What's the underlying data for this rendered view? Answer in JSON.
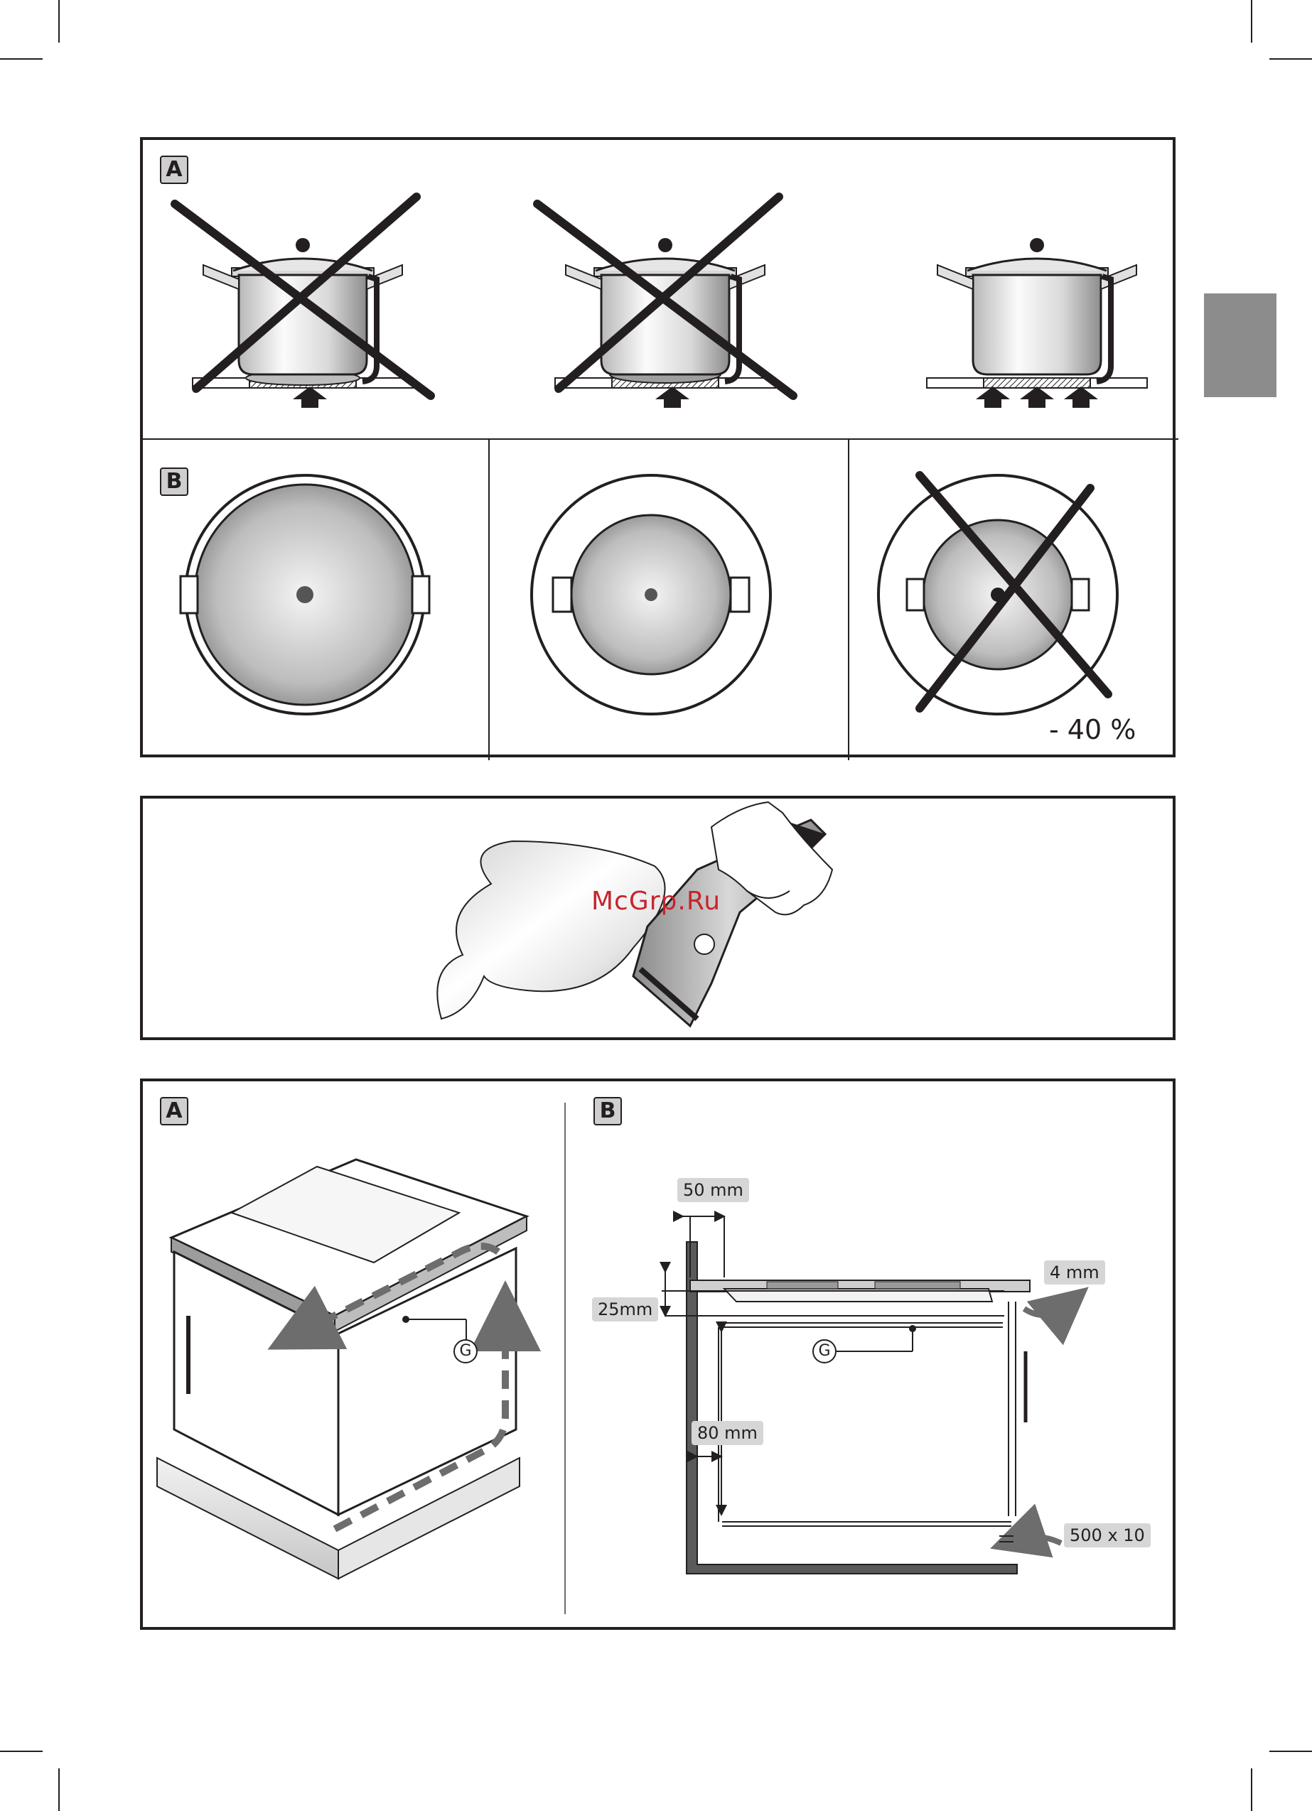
{
  "panel1": {
    "section_a_label": "A",
    "section_b_label": "B",
    "reduction_label": "- 40 %"
  },
  "panel2": {
    "watermark": "McGrp.Ru"
  },
  "panel3": {
    "section_a_label": "A",
    "section_b_label": "B",
    "vent_marker": "G",
    "dims": {
      "top_clearance": "50 mm",
      "front_gap": "4 mm",
      "depth": "25mm",
      "wall_gap": "80 mm",
      "bottom_opening": "500 x 10"
    }
  },
  "colors": {
    "ink": "#231f20",
    "tab_gray": "#8c8c8c",
    "label_bg": "#d6d6d6",
    "badge_bg": "#cfcfcf",
    "watermark": "#c8232c",
    "arrow_gray": "#6d6d6d"
  }
}
